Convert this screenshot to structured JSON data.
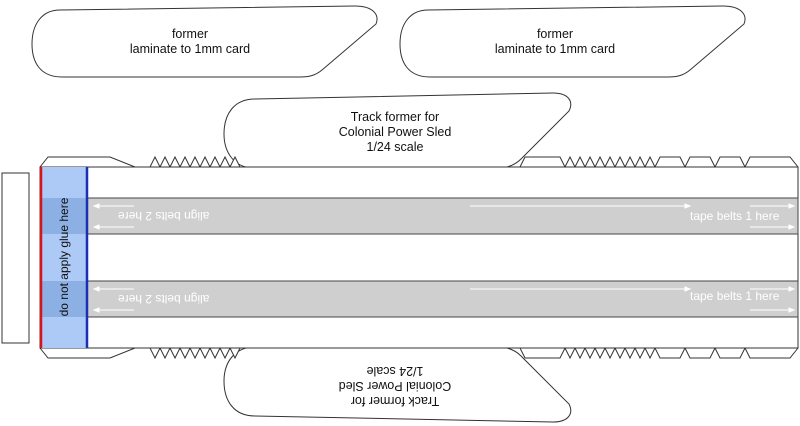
{
  "formers": {
    "top_left": {
      "line1": "former",
      "line2": "laminate to 1mm card"
    },
    "top_right": {
      "line1": "former",
      "line2": "laminate to 1mm card"
    }
  },
  "track_former_top": {
    "line1": "Track former for",
    "line2": "Colonial Power Sled",
    "line3": "1/24 scale"
  },
  "track_former_bottom": {
    "line1": "Track former for",
    "line2": "Colonial Power Sled",
    "line3": "1/24 scale"
  },
  "glue_strip": {
    "label": "do not apply glue here",
    "fill": "#adc9f5",
    "left_edge": "#d8141b",
    "right_edge": "#1a2fb5"
  },
  "belts": [
    {
      "align_label": "align belts 2 here",
      "tape_label": "tape belts 1 here"
    },
    {
      "align_label": "align belts 2 here",
      "tape_label": "tape belts 1 here"
    }
  ],
  "colors": {
    "belt_band": "#cfcfcf",
    "outline": "#333333"
  }
}
